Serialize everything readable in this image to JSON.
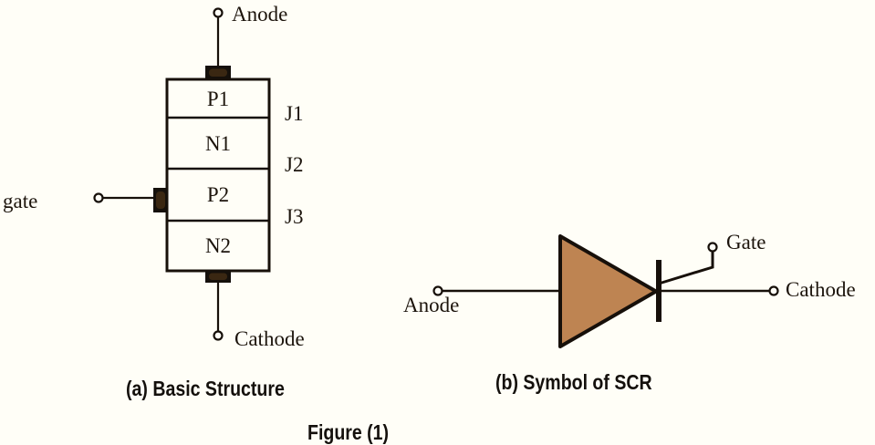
{
  "figure": {
    "caption": "Figure (1)"
  },
  "panel_a": {
    "caption": "(a) Basic Structure",
    "terminals": {
      "anode": "Anode",
      "cathode": "Cathode",
      "gate": "gate"
    },
    "layers": [
      "P1",
      "N1",
      "P2",
      "N2"
    ],
    "junctions": [
      "J1",
      "J2",
      "J3"
    ]
  },
  "panel_b": {
    "caption": "(b) Symbol of SCR",
    "terminals": {
      "anode": "Anode",
      "gate": "Gate",
      "cathode": "Cathode"
    }
  },
  "colors": {
    "background": "#FFFEF7",
    "line": "#17100A",
    "triangle_fill": "#BE8452",
    "contact_fill": "#15100B",
    "contact_inner": "#3A2712",
    "text": "#1C140C"
  }
}
